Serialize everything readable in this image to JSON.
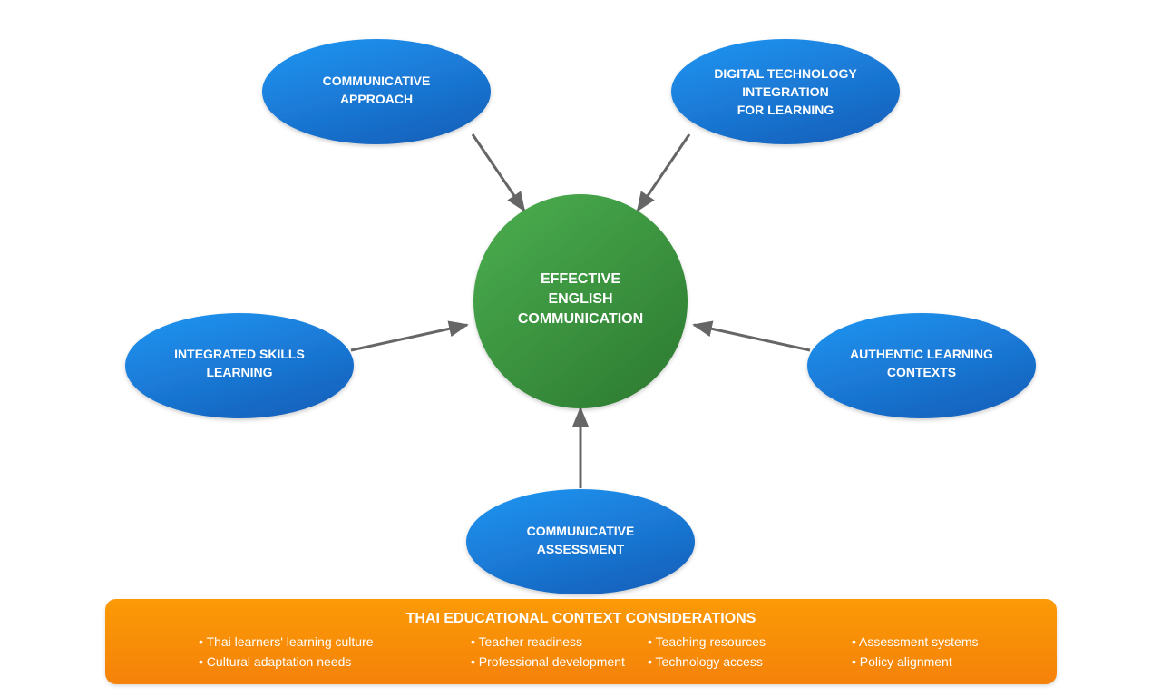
{
  "diagram": {
    "center": {
      "lines": [
        "EFFECTIVE",
        "ENGLISH",
        "COMMUNICATION"
      ],
      "color_top": "#4caf50",
      "color_bottom": "#2e7d32"
    },
    "nodes": [
      {
        "id": "communicative-approach",
        "lines": [
          "COMMUNICATIVE",
          "APPROACH"
        ]
      },
      {
        "id": "digital-technology",
        "lines": [
          "DIGITAL TECHNOLOGY",
          "INTEGRATION",
          "FOR LEARNING"
        ]
      },
      {
        "id": "integrated-skills",
        "lines": [
          "INTEGRATED SKILLS",
          "LEARNING"
        ]
      },
      {
        "id": "authentic-contexts",
        "lines": [
          "AUTHENTIC LEARNING",
          "CONTEXTS"
        ]
      },
      {
        "id": "communicative-assessment",
        "lines": [
          "COMMUNICATIVE",
          "ASSESSMENT"
        ]
      }
    ],
    "node_color_top": "#2196f3",
    "node_color_bottom": "#1565c0",
    "arrow_color": "#666666",
    "edges": [
      {
        "from": "communicative-approach",
        "to": "center"
      },
      {
        "from": "digital-technology",
        "to": "center"
      },
      {
        "from": "integrated-skills",
        "to": "center"
      },
      {
        "from": "authentic-contexts",
        "to": "center"
      },
      {
        "from": "communicative-assessment",
        "to": "center"
      }
    ]
  },
  "context": {
    "title": "THAI EDUCATIONAL CONTEXT CONSIDERATIONS",
    "color": "#fb8c00",
    "items": [
      "• Thai learners' learning culture",
      "• Cultural adaptation needs",
      "• Teacher readiness",
      "• Professional development",
      "• Teaching resources",
      "• Technology access",
      "• Assessment systems",
      "• Policy alignment"
    ]
  }
}
